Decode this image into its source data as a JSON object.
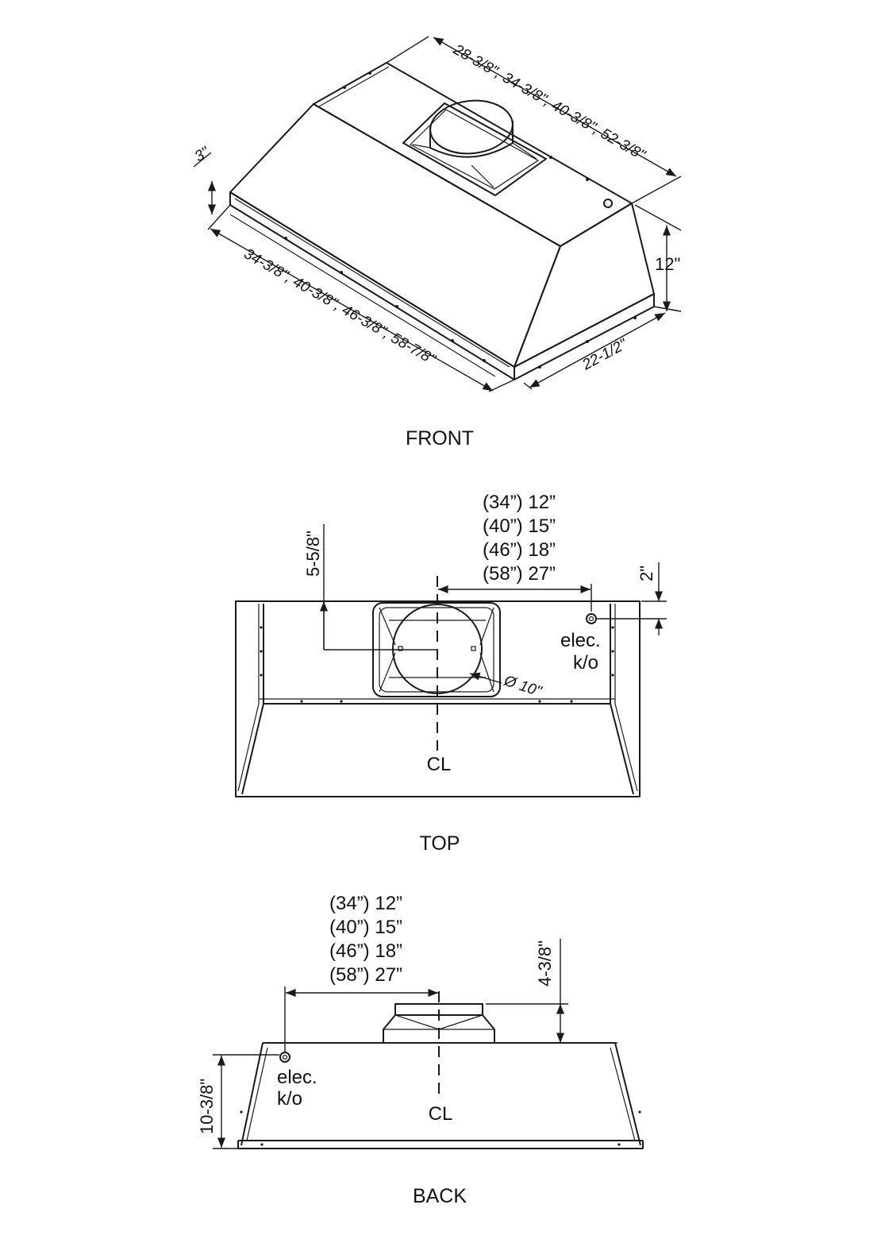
{
  "views": {
    "front": {
      "title": "FRONT",
      "dims": {
        "top_width": "28-3/8\", 34-3/8\", 40-3/8\", 52-3/8\"",
        "bottom_width": "34-3/8\", 40-3/8\", 46-3/8\", 58-7/8\"",
        "lip_height": "3\"",
        "height": "12\"",
        "depth": "22-1/2\""
      }
    },
    "top": {
      "title": "TOP",
      "offsets": [
        "(34”) 12”",
        "(40”) 15”",
        "(46”) 18”",
        "(58”) 27”"
      ],
      "dims": {
        "duct_offset": "5-5/8\"",
        "elec_offset": "2\"",
        "duct_diameter": "Ø 10\""
      },
      "elec_line1": "elec.",
      "elec_line2": "k/o",
      "centerline": "CL"
    },
    "back": {
      "title": "BACK",
      "offsets": [
        "(34”) 12”",
        "(40”) 15”",
        "(46”) 18”",
        "(58”) 27”"
      ],
      "dims": {
        "collar_height": "4-3/8\"",
        "elec_height": "10-3/8\""
      },
      "elec_line1": "elec.",
      "elec_line2": "k/o",
      "centerline": "CL"
    }
  },
  "colors": {
    "line": "#1a1a1a",
    "background": "#ffffff"
  }
}
